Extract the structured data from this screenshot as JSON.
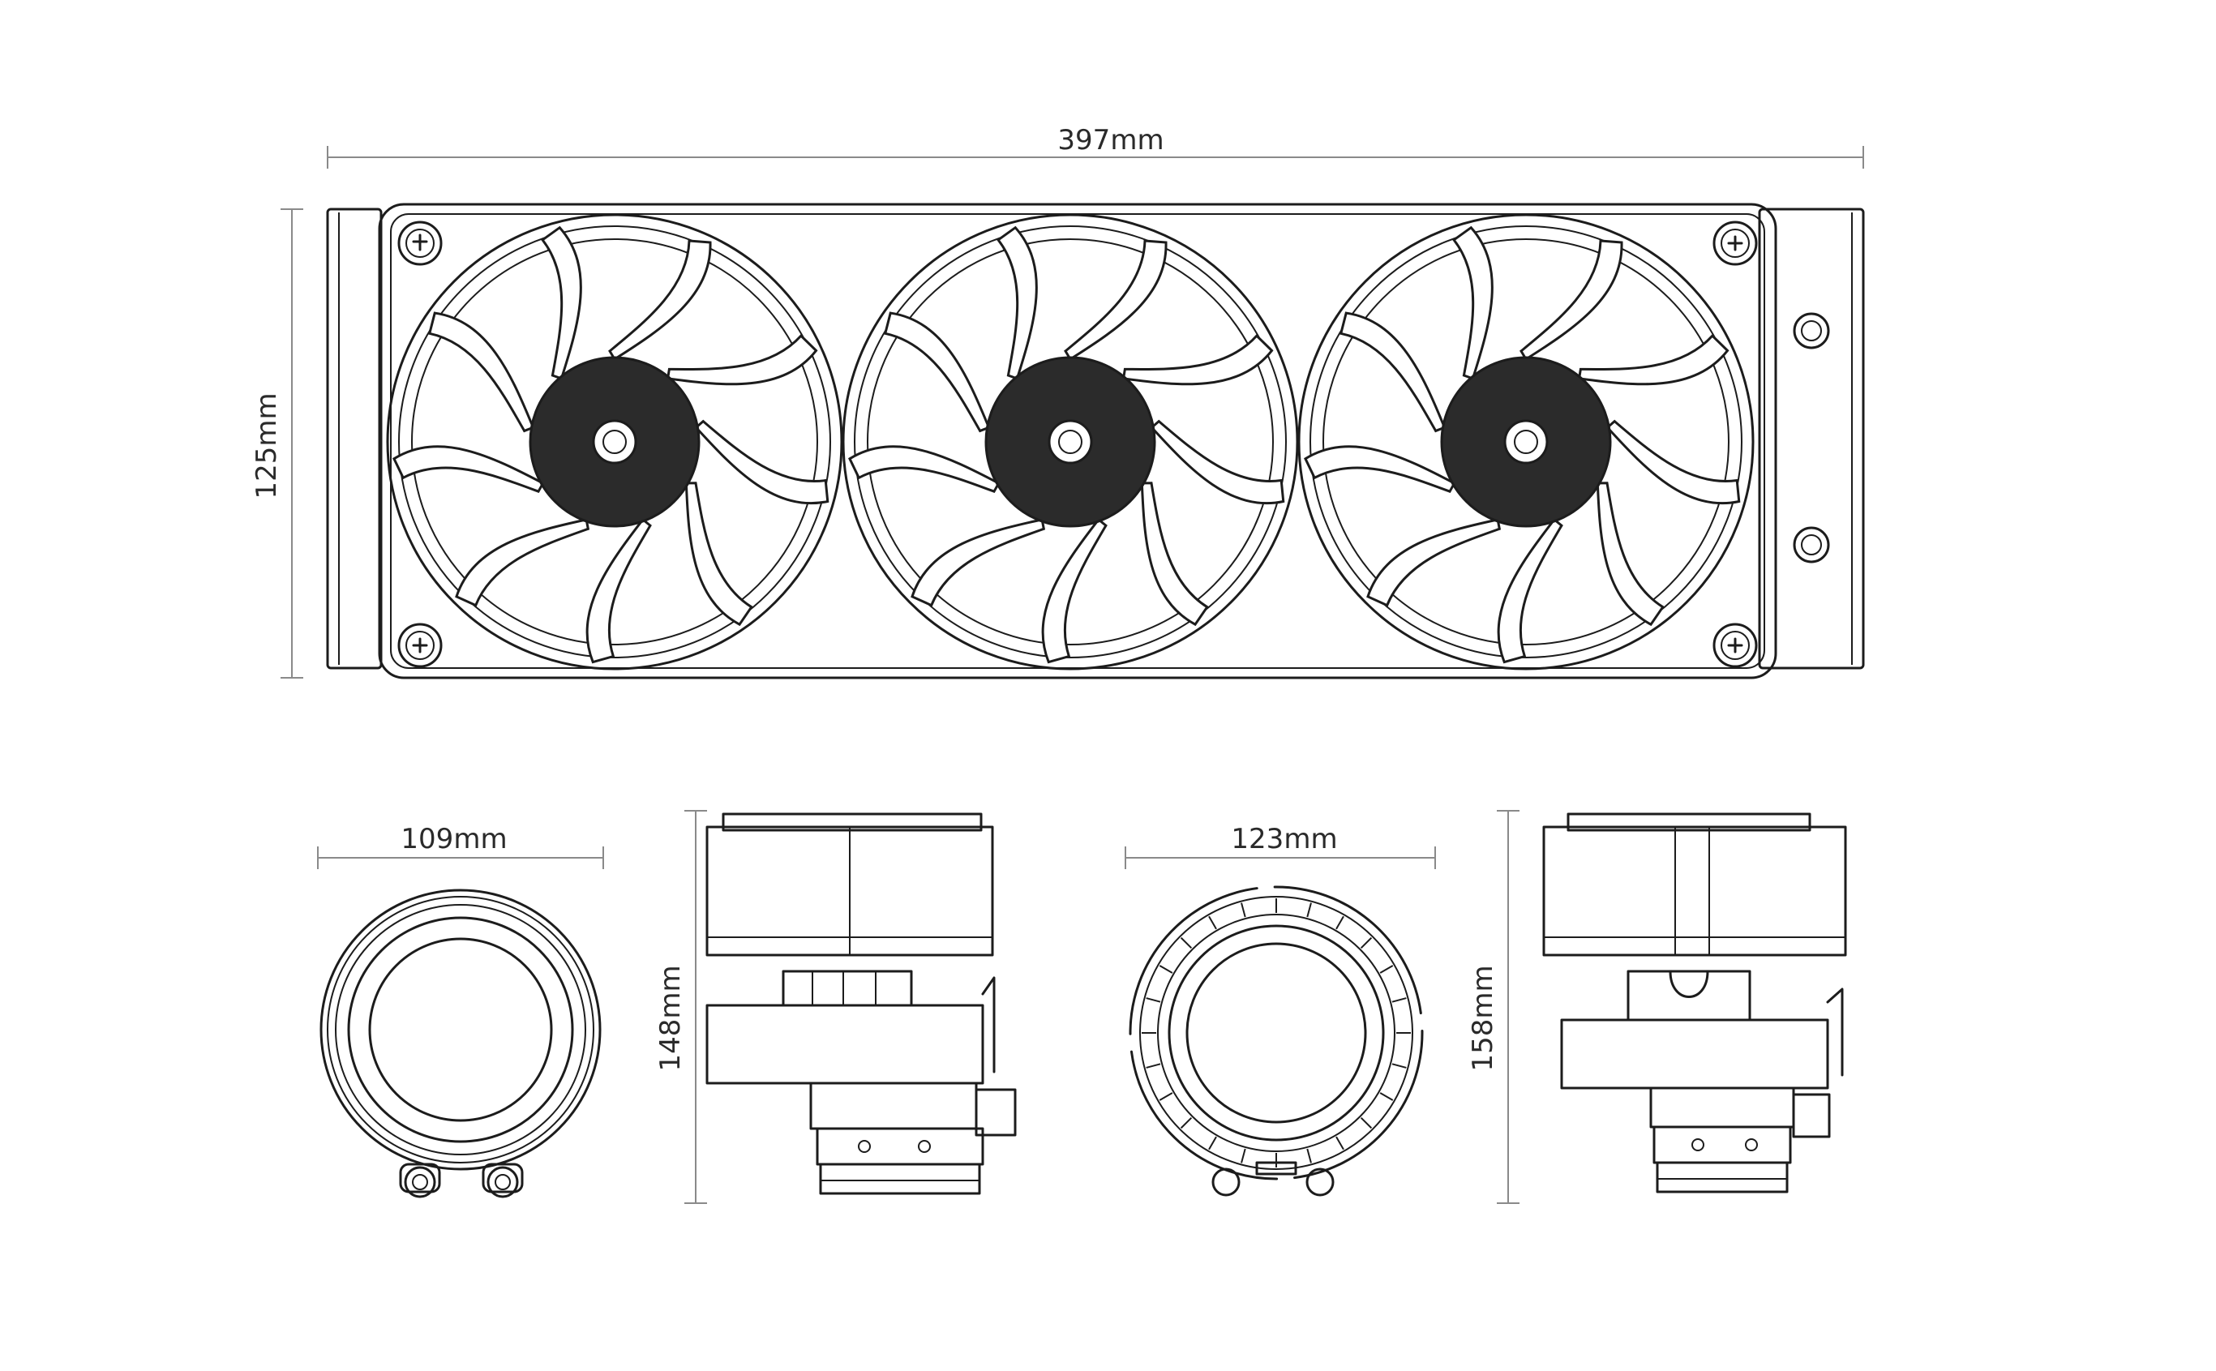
{
  "dimensions": {
    "radiator_length": "397mm",
    "radiator_height": "125mm",
    "pump_left_width": "109mm",
    "pump_left_height": "148mm",
    "pump_right_width": "123mm",
    "pump_right_height": "158mm"
  },
  "colors": {
    "line": "#1c1c1c",
    "dimension_line": "#8a8a8a",
    "hub": "#2b2b2b",
    "background": "#ffffff"
  },
  "fans": {
    "count": 3,
    "blades_per_fan": 9
  }
}
